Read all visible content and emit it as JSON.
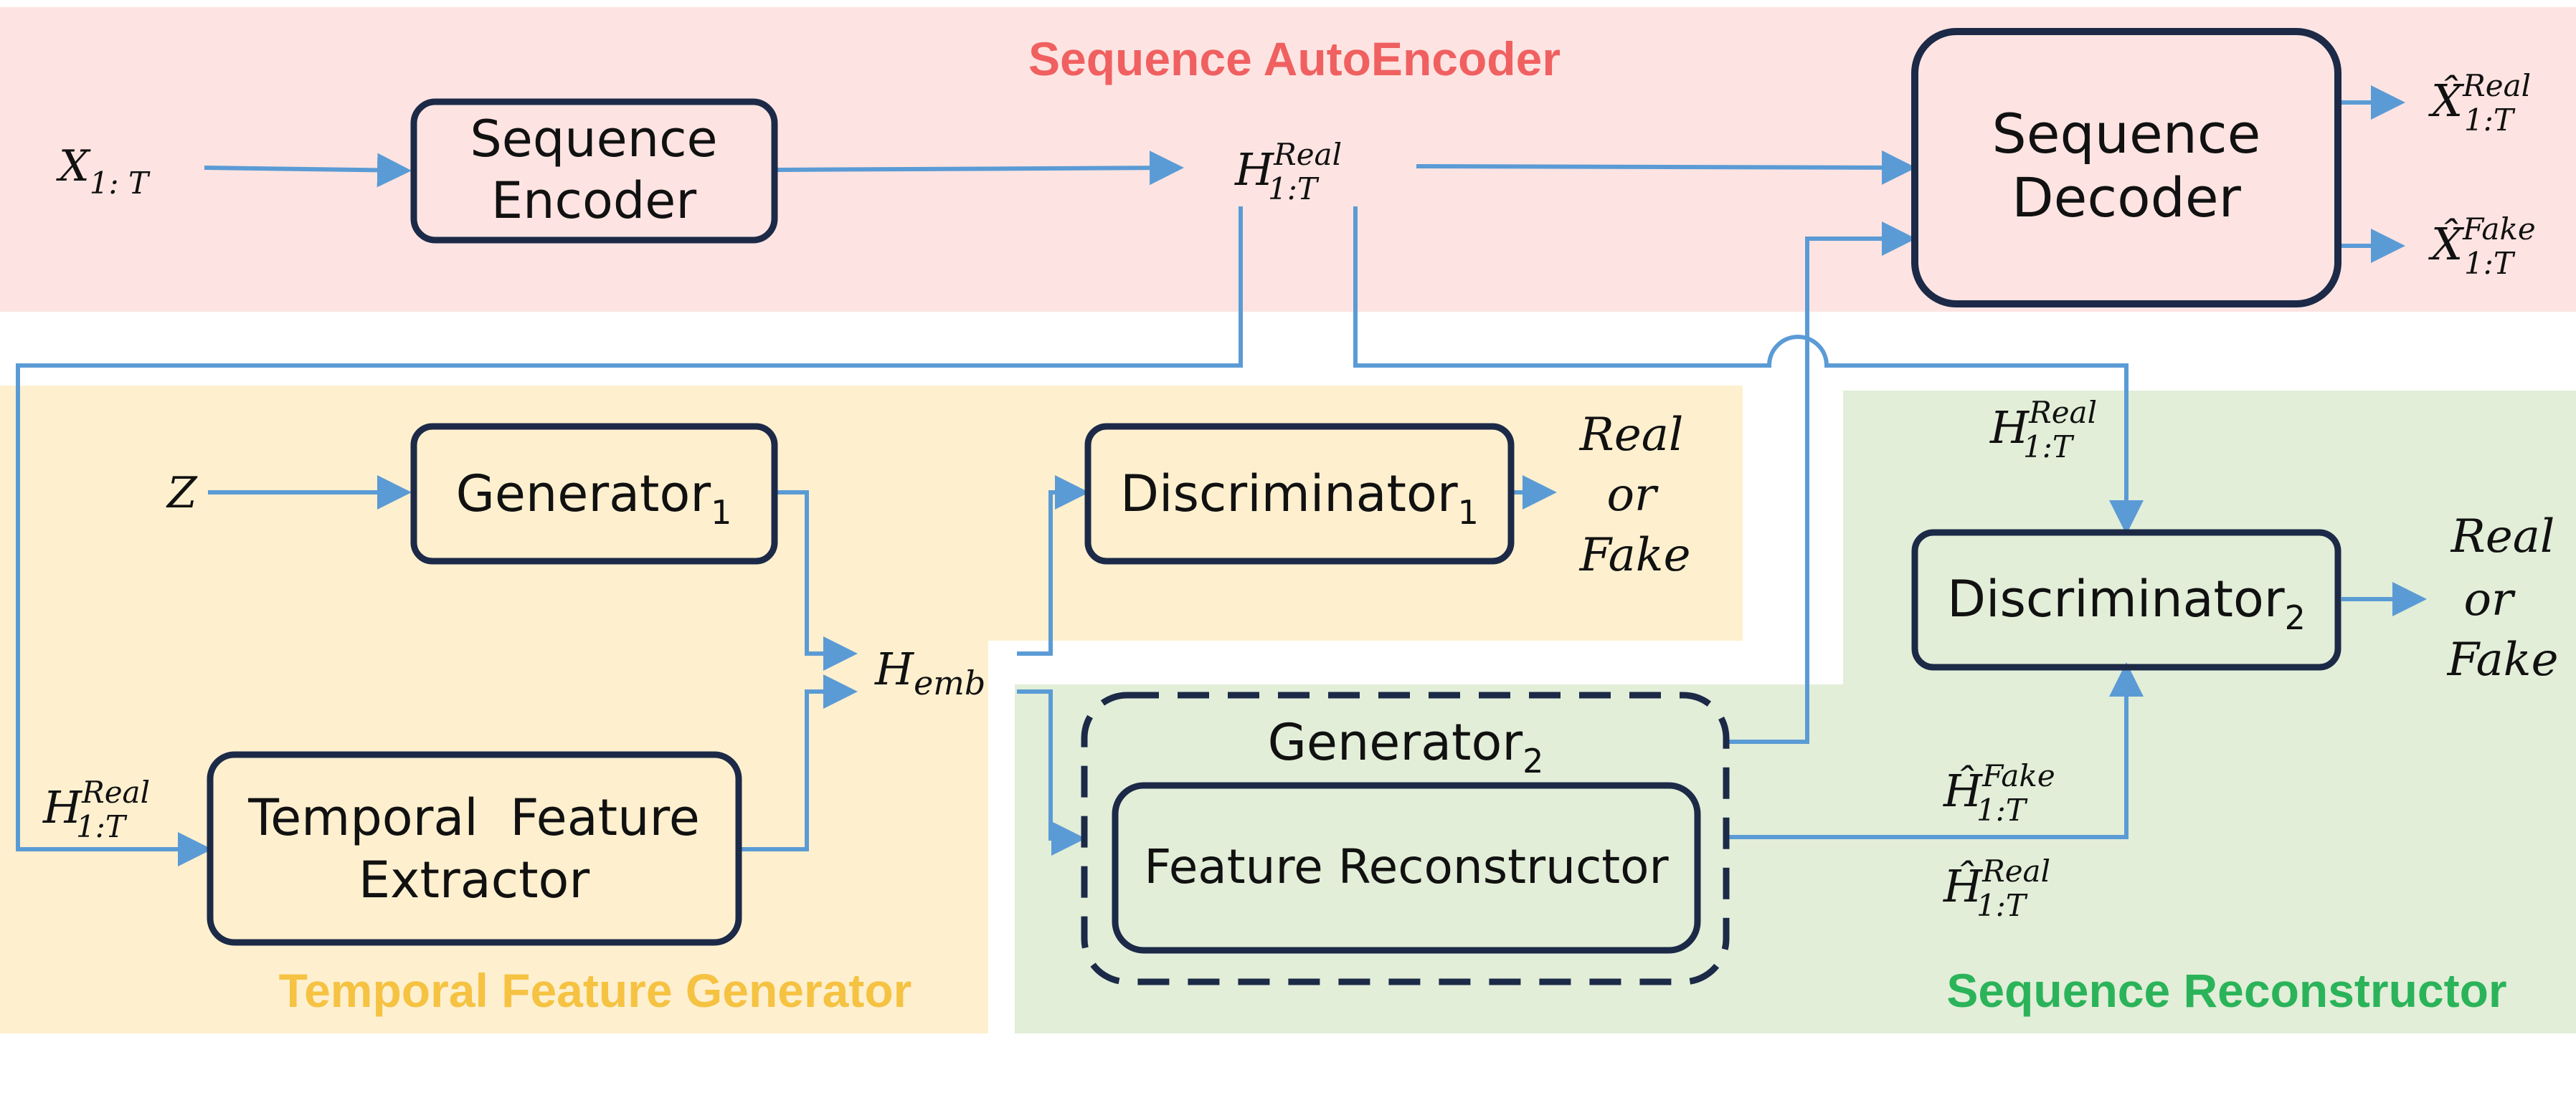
{
  "regions": {
    "autoencoder": {
      "title": "Sequence AutoEncoder",
      "color": "#f06060"
    },
    "temporal": {
      "title": "Temporal Feature Generator",
      "color": "#f5c242"
    },
    "reconstructor": {
      "title": "Sequence Reconstructor",
      "color": "#2bb35a"
    }
  },
  "blocks": {
    "seq_encoder": [
      "Sequence",
      "Encoder"
    ],
    "seq_decoder": [
      "Sequence",
      "Decoder"
    ],
    "generator1": {
      "base": "Generator",
      "sub": "1"
    },
    "discriminator1": {
      "base": "Discriminator",
      "sub": "1"
    },
    "discriminator2": {
      "base": "Discriminator",
      "sub": "2"
    },
    "tfe": [
      "Temporal  Feature",
      "Extractor"
    ],
    "generator2": {
      "base": "Generator",
      "sub": "2"
    },
    "feature_reconstructor": "Feature Reconstructor"
  },
  "symbols": {
    "x_in": {
      "base": "X",
      "sub": "1: T"
    },
    "h_real": {
      "base": "H",
      "sub": "1:T",
      "sup": "Real"
    },
    "x_hat_real": {
      "base": "X̂",
      "sub": "1:T",
      "sup": "Real"
    },
    "x_hat_fake": {
      "base": "X̂",
      "sub": "1:T",
      "sup": "Fake"
    },
    "z": "Z",
    "h_emb": {
      "base": "H",
      "sub": "emb"
    },
    "h_hat_fake": {
      "base": "Ĥ",
      "sub": "1:T",
      "sup": "Fake"
    },
    "h_hat_real": {
      "base": "Ĥ",
      "sub": "1:T",
      "sup": "Real"
    }
  },
  "outputs": {
    "d1": [
      "Real",
      "or",
      "Fake"
    ],
    "d2": [
      "Real",
      "or",
      "Fake"
    ]
  },
  "colors": {
    "arrow": "#5b9bd5",
    "box_stroke": "#1c2a48",
    "autoencoder_bg": "#fde4e2",
    "temporal_bg": "#fef0cf",
    "reconstructor_bg": "#e2eed8"
  }
}
